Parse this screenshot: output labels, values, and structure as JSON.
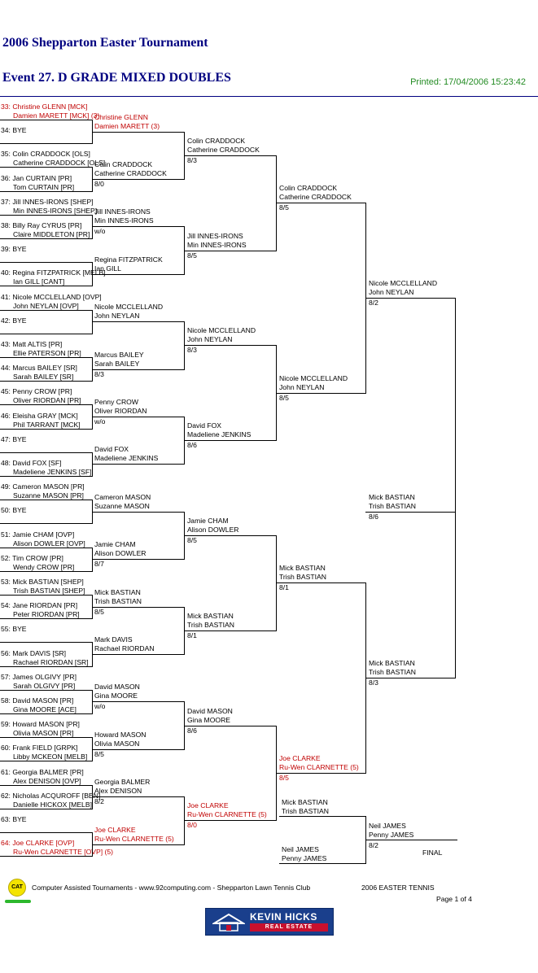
{
  "header": {
    "title": "2006 Shepparton Easter Tournament",
    "event": "Event 27. D GRADE MIXED DOUBLES",
    "printed": "Printed: 17/04/2006 15:23:42"
  },
  "round1": [
    [
      "33: Christine GLENN [MCK]",
      "Damien MARETT [MCK] (3)"
    ],
    [
      "34: BYE",
      ""
    ],
    [
      "35: Colin CRADDOCK [OLS]",
      "Catherine CRADDOCK [OLS]"
    ],
    [
      "36: Jan CURTAIN [PR]",
      "Tom CURTAIN [PR]"
    ],
    [
      "37: Jill INNES-IRONS [SHEP]",
      "Min INNES-IRONS [SHEP]"
    ],
    [
      "38: Billy Ray CYRUS [PR]",
      "Claire MIDDLETON [PR]"
    ],
    [
      "39: BYE",
      ""
    ],
    [
      "40: Regina FITZPATRICK [MELB]",
      "Ian GILL [CANT]"
    ],
    [
      "41: Nicole MCCLELLAND [OVP]",
      "John NEYLAN [OVP]"
    ],
    [
      "42: BYE",
      ""
    ],
    [
      "43: Matt ALTIS [PR]",
      "Ellie PATERSON [PR]"
    ],
    [
      "44: Marcus BAILEY [SR]",
      "Sarah BAILEY [SR]"
    ],
    [
      "45: Penny CROW [PR]",
      "Oliver RIORDAN [PR]"
    ],
    [
      "46: Eleisha GRAY [MCK]",
      "Phil TARRANT [MCK]"
    ],
    [
      "47: BYE",
      ""
    ],
    [
      "48: David FOX [SF]",
      "Madeliene JENKINS [SF]"
    ],
    [
      "49: Cameron MASON [PR]",
      "Suzanne MASON [PR]"
    ],
    [
      "50: BYE",
      ""
    ],
    [
      "51: Jamie CHAM [OVP]",
      "Alison DOWLER [OVP]"
    ],
    [
      "52: Tim CROW [PR]",
      "Wendy CROW [PR]"
    ],
    [
      "53: Mick BASTIAN [SHEP]",
      "Trish BASTIAN [SHEP]"
    ],
    [
      "54: Jane RIORDAN [PR]",
      "Peter RIORDAN [PR]"
    ],
    [
      "55: BYE",
      ""
    ],
    [
      "56: Mark DAVIS [SR]",
      "Rachael RIORDAN [SR]"
    ],
    [
      "57: James OLGIVY [PR]",
      "Sarah OLGIVY [PR]"
    ],
    [
      "58: David MASON [PR]",
      "Gina MOORE [ACE]"
    ],
    [
      "59: Howard MASON [PR]",
      "Olivia MASON [PR]"
    ],
    [
      "60: Frank FIELD [GRPK]",
      "Libby MCKEON [MELB]"
    ],
    [
      "61: Georgia BALMER [PR]",
      "Alex DENISON [OVP]"
    ],
    [
      "62: Nicholas ACQUROFF [BEN]",
      "Danielle HICKOX [MELB]"
    ],
    [
      "63: BYE",
      ""
    ],
    [
      "64: Joe CLARKE [OVP]",
      "Ru-Wen CLARNETTE [OVP] (5)"
    ]
  ],
  "round2": [
    [
      "Christine GLENN",
      "Damien MARETT (3)",
      ""
    ],
    [
      "Colin CRADDOCK",
      "Catherine CRADDOCK",
      "8/0"
    ],
    [
      "Jill INNES-IRONS",
      "Min INNES-IRONS",
      "w/o"
    ],
    [
      "Regina FITZPATRICK",
      "Ian GILL",
      ""
    ],
    [
      "Nicole MCCLELLAND",
      "John NEYLAN",
      ""
    ],
    [
      "Marcus BAILEY",
      "Sarah BAILEY",
      "8/3"
    ],
    [
      "Penny CROW",
      "Oliver RIORDAN",
      "w/o"
    ],
    [
      "David FOX",
      "Madeliene JENKINS",
      ""
    ],
    [
      "Cameron MASON",
      "Suzanne MASON",
      ""
    ],
    [
      "Jamie CHAM",
      "Alison DOWLER",
      "8/7"
    ],
    [
      "Mick BASTIAN",
      "Trish BASTIAN",
      "8/5"
    ],
    [
      "Mark DAVIS",
      "Rachael RIORDAN",
      ""
    ],
    [
      "David MASON",
      "Gina MOORE",
      "w/o"
    ],
    [
      "Howard MASON",
      "Olivia MASON",
      "8/5"
    ],
    [
      "Georgia BALMER",
      "Alex DENISON",
      "8/2"
    ],
    [
      "Joe CLARKE",
      "Ru-Wen CLARNETTE (5)",
      ""
    ]
  ],
  "round3": [
    [
      "Colin CRADDOCK",
      "Catherine CRADDOCK",
      "8/3"
    ],
    [
      "Jill INNES-IRONS",
      "Min INNES-IRONS",
      "8/5"
    ],
    [
      "Nicole MCCLELLAND",
      "John NEYLAN",
      "8/3"
    ],
    [
      "David FOX",
      "Madeliene JENKINS",
      "8/6"
    ],
    [
      "Jamie CHAM",
      "Alison DOWLER",
      "8/5"
    ],
    [
      "Mick BASTIAN",
      "Trish BASTIAN",
      "8/1"
    ],
    [
      "David MASON",
      "Gina MOORE",
      "8/6"
    ],
    [
      "Joe CLARKE",
      "Ru-Wen CLARNETTE (5)",
      "8/0"
    ]
  ],
  "round4": [
    [
      "Colin CRADDOCK",
      "Catherine CRADDOCK",
      "8/5"
    ],
    [
      "Nicole MCCLELLAND",
      "John NEYLAN",
      "8/5"
    ],
    [
      "Mick BASTIAN",
      "Trish BASTIAN",
      "8/1"
    ],
    [
      "Joe CLARKE",
      "Ru-Wen CLARNETTE (5)",
      "8/5"
    ]
  ],
  "round5": [
    [
      "Nicole MCCLELLAND",
      "John NEYLAN",
      "8/2"
    ],
    [
      "Mick BASTIAN",
      "Trish BASTIAN",
      "8/6"
    ],
    [
      "Mick BASTIAN",
      "Trish BASTIAN",
      "8/3"
    ]
  ],
  "finals": [
    [
      "Mick BASTIAN",
      "Trish BASTIAN",
      ""
    ],
    [
      "Neil JAMES",
      "Penny JAMES",
      ""
    ],
    [
      "Neil JAMES",
      "Penny JAMES",
      "8/2"
    ]
  ],
  "final_label": "FINAL",
  "footer": {
    "credits": "Computer Assisted Tournaments - www.92computing.com -  Shepparton Lawn Tennis Club",
    "event_name": "2006 EASTER TENNIS",
    "page": "Page 1 of 4",
    "cat_logo": "CAT",
    "sponsor_name": "KEVIN HICKS",
    "sponsor_tag": "REAL ESTATE"
  },
  "colors": {
    "title": "#000080",
    "printed": "#228b22",
    "seeded": "#c00000"
  }
}
